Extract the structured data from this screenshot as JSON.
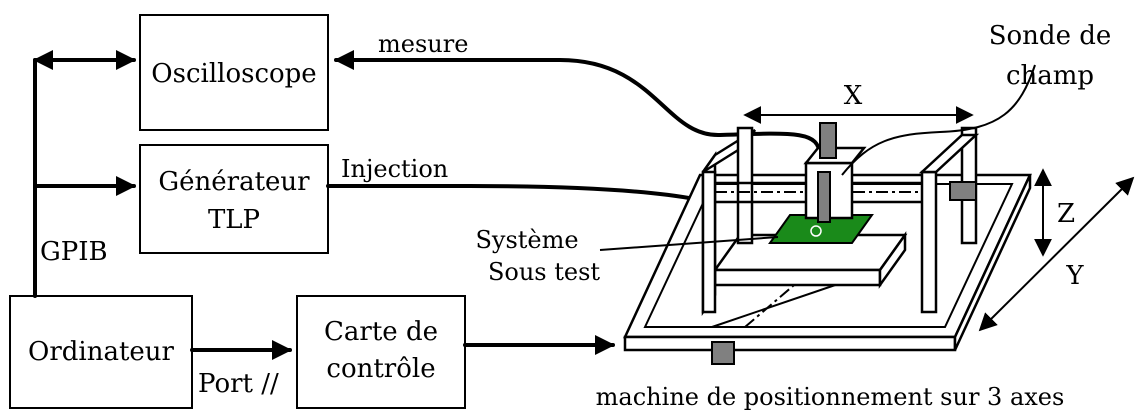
{
  "blocks": {
    "oscilloscope": "Oscilloscope",
    "generator_line1": "Générateur",
    "generator_line2": "TLP",
    "computer": "Ordinateur",
    "control_line1": "Carte de",
    "control_line2": "contrôle"
  },
  "labels": {
    "gpib": "GPIB",
    "measure": "mesure",
    "injection": "Injection",
    "port": "Port //",
    "dut_line1": "Système",
    "dut_line2": "Sous test",
    "probe_line1": "Sonde de",
    "probe_line2": "champ",
    "axis_x": "X",
    "axis_y": "Y",
    "axis_z": "Z",
    "caption": "machine de positionnement sur 3 axes"
  },
  "colors": {
    "pcb": "#1a8a1a",
    "motor": "#808080"
  }
}
